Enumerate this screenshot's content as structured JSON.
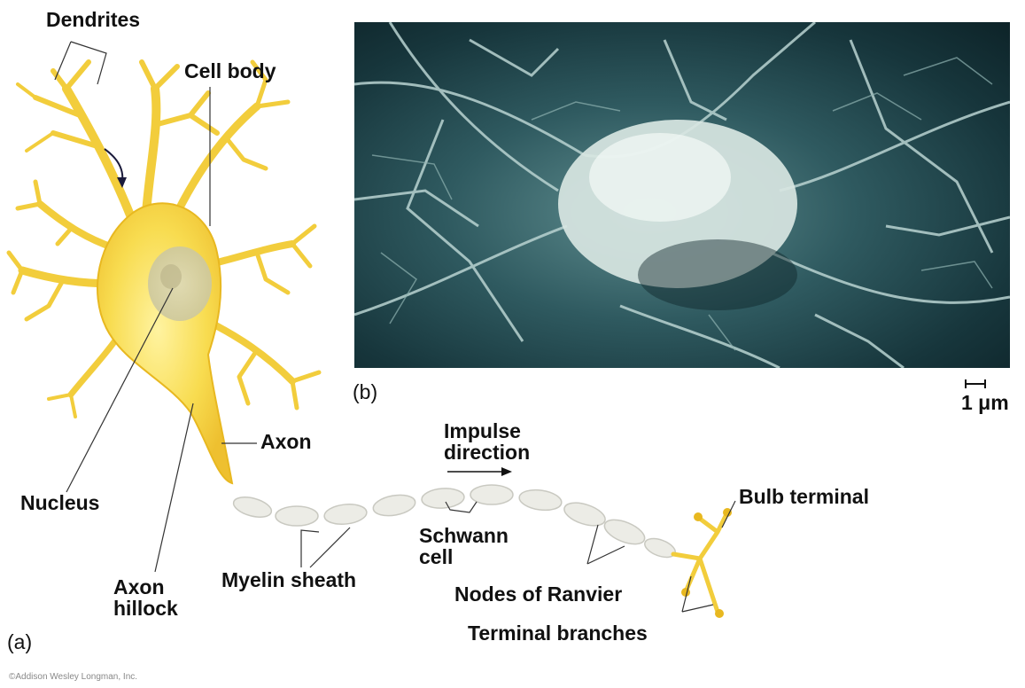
{
  "panel_a": {
    "tag": "(a)",
    "labels": {
      "dendrites": "Dendrites",
      "cell_body": "Cell body",
      "nucleus": "Nucleus",
      "axon": "Axon",
      "axon_hillock": "Axon hillock",
      "myelin_sheath": "Myelin sheath",
      "impulse_direction": "Impulse direction",
      "schwann_cell": "Schwann cell",
      "nodes_of_ranvier": "Nodes of Ranvier",
      "bulb_terminal": "Bulb terminal",
      "terminal_branches": "Terminal branches"
    }
  },
  "panel_b": {
    "tag": "(b)",
    "scale_bar": "1 μm"
  },
  "copyright": "©Addison Wesley Longman, Inc.",
  "colors": {
    "neuron": "#f6d84a",
    "neuron_dark": "#e8b820",
    "myelin": "#e9e9e4",
    "photo_bg": "#1f434a"
  }
}
